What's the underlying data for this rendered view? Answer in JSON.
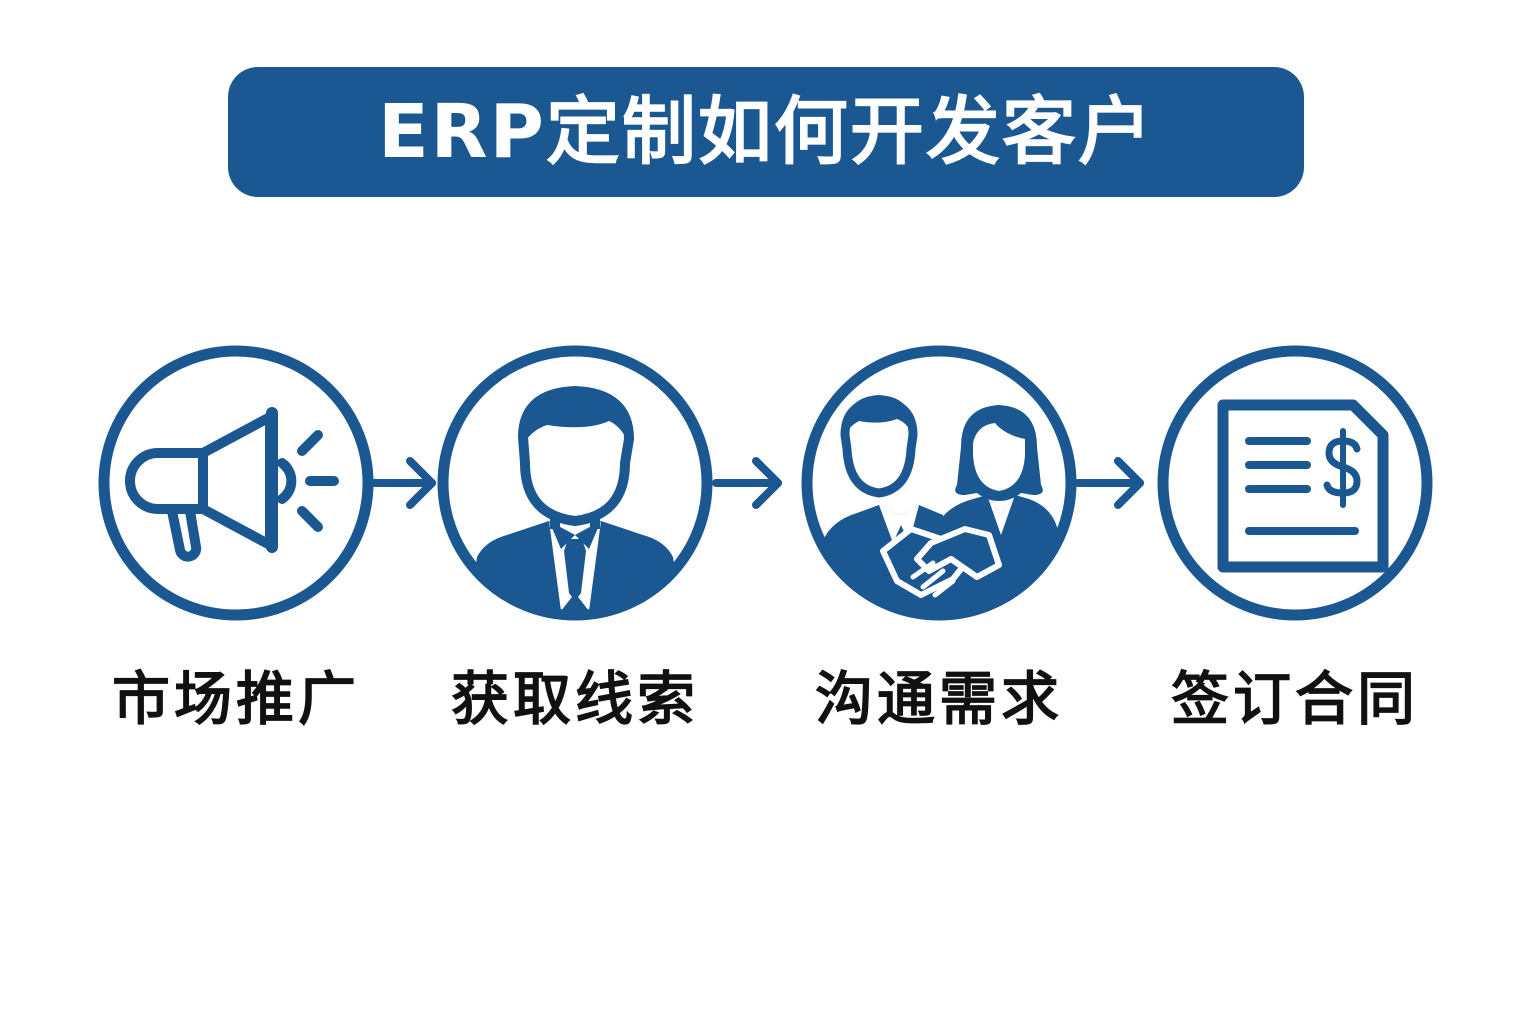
{
  "title": "ERP定制如何开发客户",
  "colors": {
    "primary": "#1b5892",
    "label": "#111111",
    "background": "#ffffff"
  },
  "steps": [
    {
      "label": "市场推广",
      "icon": "megaphone-icon"
    },
    {
      "label": "获取线索",
      "icon": "businessman-icon"
    },
    {
      "label": "沟通需求",
      "icon": "handshake-icon"
    },
    {
      "label": "签订合同",
      "icon": "contract-icon"
    }
  ],
  "connector_icon": "arrow-right-icon"
}
